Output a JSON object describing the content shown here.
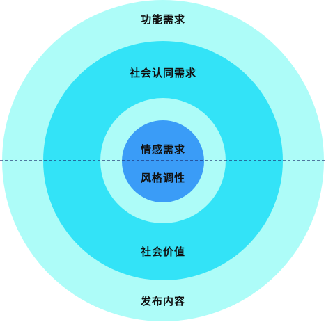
{
  "diagram": {
    "rings": [
      {
        "name": "outer",
        "color": "#adfcf8"
      },
      {
        "name": "middle",
        "color": "#33e3f7"
      },
      {
        "name": "inner",
        "color": "#adfcf8"
      },
      {
        "name": "core",
        "color": "#3a9cf7"
      }
    ],
    "labels": {
      "outer_top": "功能需求",
      "middle_top": "社会认同需求",
      "core_top": "情感需求",
      "core_bottom": "风格调性",
      "middle_bottom": "社会价值",
      "outer_bottom": "发布内容"
    },
    "divider": {
      "style": "dashed",
      "color": "#1a2a6c"
    }
  }
}
